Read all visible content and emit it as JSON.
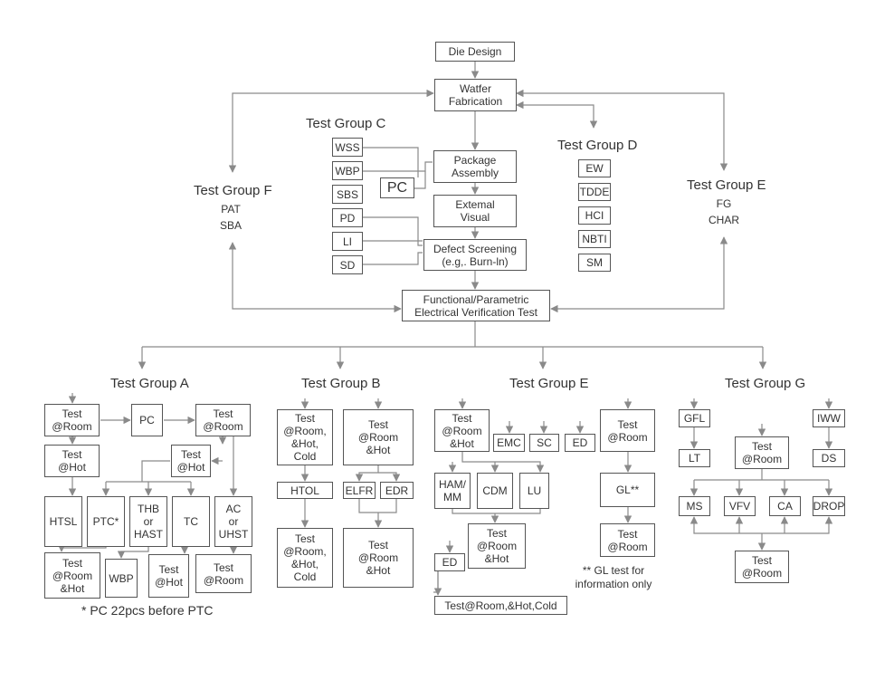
{
  "colors": {
    "line": "#8a8a8a",
    "border": "#555555",
    "text": "#333333"
  },
  "top_flow": {
    "die_design": "Die Design",
    "wafer_fab": "Watfer\nFabrication",
    "package_assembly": "Package\nAssembly",
    "external_visual": "Extemal\nVisual",
    "defect_screening": "Defect Screening\n(e.g,. Burn-ln)",
    "functional_test": "Functional/Parametric\nElectrical Verification Test"
  },
  "group_c": {
    "title": "Test Group C",
    "items": [
      "WSS",
      "WBP",
      "SBS",
      "PD",
      "LI",
      "SD"
    ],
    "pc": "PC"
  },
  "group_d": {
    "title": "Test Group D",
    "items": [
      "EW",
      "TDDE",
      "HCI",
      "NBTI",
      "SM"
    ]
  },
  "group_f": {
    "title": "Test Group F",
    "sub": [
      "PAT",
      "SBA"
    ]
  },
  "group_e_top": {
    "title": "Test Group E",
    "sub": [
      "FG",
      "CHAR"
    ]
  },
  "group_a": {
    "title": "Test Group A",
    "test_room_1": "Test\n@Room",
    "pc": "PC",
    "test_room_2": "Test\n@Room",
    "test_hot_1": "Test\n@Hot",
    "test_hot_2": "Test\n@Hot",
    "htsl": "HTSL",
    "ptc": "PTC*",
    "thb": "THB\nor\nHAST",
    "tc": "TC",
    "ac": "AC\nor\nUHST",
    "test_room_hot": "Test\n@Room\n&Hot",
    "wbp": "WBP",
    "test_hot_3": "Test\n@Hot",
    "test_room_3": "Test\n@Room",
    "footnote": "*  PC 22pcs before PTC"
  },
  "group_b": {
    "title": "Test Group B",
    "test_rhc_1": "Test\n@Room,\n&Hot,\nCold",
    "test_rh_1": "Test\n@Room\n&Hot",
    "htol": "HTOL",
    "elfr": "ELFR",
    "edr": "EDR",
    "test_rhc_2": "Test\n@Room,\n&Hot,\nCold",
    "test_rh_2": "Test\n@Room\n&Hot"
  },
  "group_e": {
    "title": "Test Group E",
    "test_rh_1": "Test\n@Room\n&Hot",
    "emc": "EMC",
    "sc": "SC",
    "ed_1": "ED",
    "test_room_1": "Test\n@Room",
    "ham": "HAM/\nMM",
    "cdm": "CDM",
    "lu": "LU",
    "gl": "GL**",
    "test_rh_2": "Test\n@Room\n&Hot",
    "test_room_2": "Test\n@Room",
    "ed_2": "ED",
    "note": "** GL test for\ninformation only",
    "final": "Test@Room,&Hot,Cold"
  },
  "group_g": {
    "title": "Test Group G",
    "gfl": "GFL",
    "iww": "IWW",
    "lt": "LT",
    "test_room_1": "Test\n@Room",
    "ds": "DS",
    "ms": "MS",
    "vfv": "VFV",
    "ca": "CA",
    "drop": "DROP",
    "test_room_2": "Test\n@Room"
  }
}
